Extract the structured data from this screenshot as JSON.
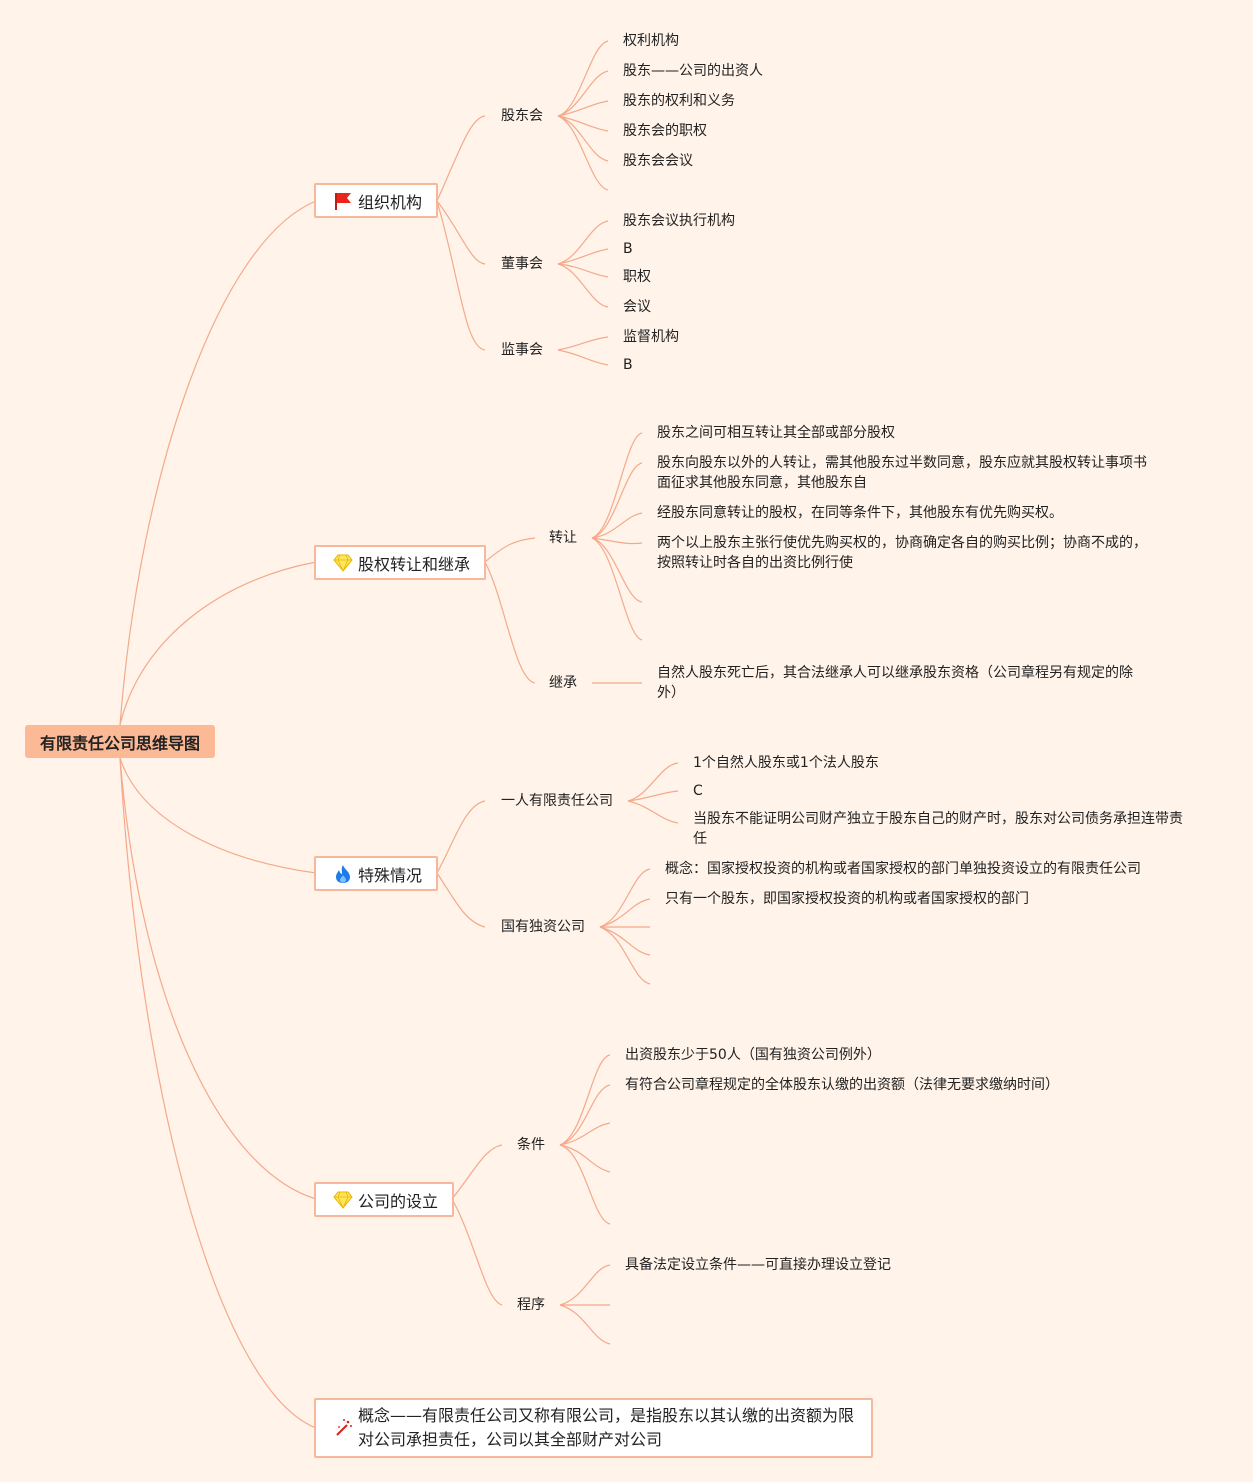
{
  "root": "有限责任公司思维导图",
  "branches": {
    "org": {
      "label": "组织机构",
      "icon": "red-flag-icon",
      "subs": {
        "gudonghui": {
          "label": "股东会",
          "leaves": [
            "权利机构",
            "股东——公司的出资人",
            "股东的权利和义务",
            "股东会的职权",
            "股东会会议"
          ]
        },
        "dongshihui": {
          "label": "董事会",
          "leaves": [
            "股东会议执行机构",
            "B",
            "职权",
            "会议"
          ]
        },
        "jianshihui": {
          "label": "监事会",
          "leaves": [
            "监督机构",
            "B"
          ]
        }
      }
    },
    "equity": {
      "label": "股权转让和继承",
      "icon": "diamond-icon",
      "subs": {
        "transfer": {
          "label": "转让",
          "leaves": [
            "股东之间可相互转让其全部或部分股权",
            "股东向股东以外的人转让，需其他股东过半数同意，股东应就其股权转让事项书面征求其他股东同意，其他股东自",
            "经股东同意转让的股权，在同等条件下，其他股东有优先购买权。",
            "两个以上股东主张行使优先购买权的，协商确定各自的购买比例；协商不成的，按照转让时各自的出资比例行使"
          ]
        },
        "inherit": {
          "label": "继承",
          "leaves": [
            "自然人股东死亡后，其合法继承人可以继承股东资格（公司章程另有规定的除外）"
          ]
        }
      }
    },
    "special": {
      "label": "特殊情况",
      "icon": "fire-icon",
      "subs": {
        "onePerson": {
          "label": "一人有限责任公司",
          "leaves": [
            "1个自然人股东或1个法人股东",
            "C",
            "当股东不能证明公司财产独立于股东自己的财产时，股东对公司债务承担连带责任"
          ]
        },
        "stateOwned": {
          "label": "国有独资公司",
          "leaves": [
            "概念：国家授权投资的机构或者国家授权的部门单独投资设立的有限责任公司",
            "只有一个股东，即国家授权投资的机构或者国家授权的部门"
          ]
        }
      }
    },
    "establish": {
      "label": "公司的设立",
      "icon": "diamond-icon",
      "subs": {
        "conditions": {
          "label": "条件",
          "leaves": [
            "出资股东少于50人（国有独资公司例外）",
            "有符合公司章程规定的全体股东认缴的出资额（法律无要求缴纳时间）"
          ]
        },
        "procedure": {
          "label": "程序",
          "leaves": [
            "具备法定设立条件——可直接办理设立登记"
          ]
        }
      }
    },
    "concept": {
      "label": "概念——有限责任公司又称有限公司，是指股东以其认缴的出资额为限对公司承担责任，公司以其全部财产对公司",
      "icon": "magic-wand-icon"
    }
  },
  "colors": {
    "background": "#fff3ea",
    "root_fill": "#fbb995",
    "branch_border": "#f7b79a",
    "connector": "#f5a98a"
  }
}
